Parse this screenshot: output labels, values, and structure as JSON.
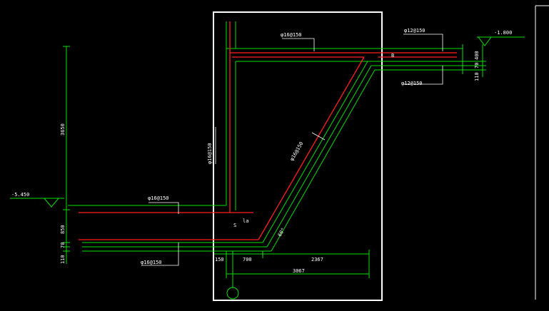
{
  "drawing": {
    "colors": {
      "background": "#000000",
      "rebar": "#ff1f1f",
      "structure": "#00e000",
      "frame": "#ffffff",
      "dim": "#00e000"
    },
    "labels": {
      "top_rebar": "φ16@150",
      "right_top_rebar": "φ12@150",
      "right_bottom_rebar": "φ12@150",
      "wall_rebar": "φ16@150",
      "slope_rebar": "φ16@150",
      "left_top_rebar": "φ16@150",
      "left_bottom_rebar": "φ16@150",
      "elev_right": "-1.800",
      "elev_left": "-5.450",
      "dim_height": "3650",
      "dim_850": "850",
      "dim_70": "70",
      "dim_110_left": "110",
      "dim_400": "400",
      "dim_70_right": "70",
      "dim_110_right": "110",
      "dim_150": "150",
      "dim_700": "700",
      "dim_2367": "2367",
      "dim_3067": "3067",
      "angle": "60°",
      "mark_la": "la",
      "mark_s": "S",
      "mark_b_right": "B"
    }
  }
}
